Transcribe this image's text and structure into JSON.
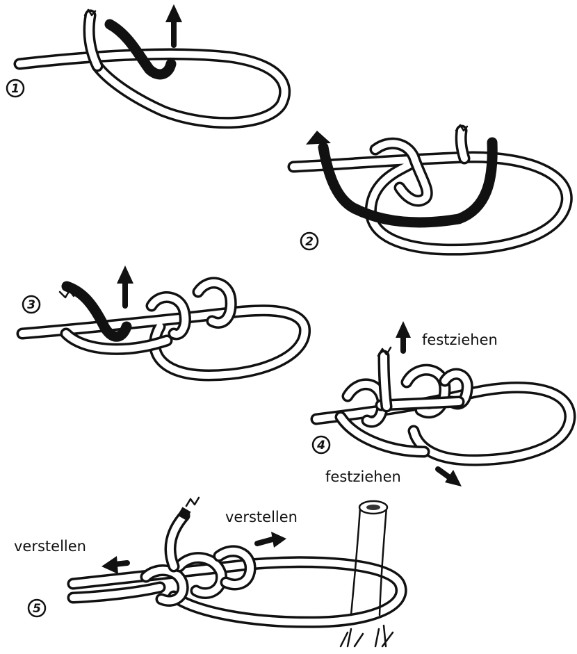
{
  "steps": [
    {
      "number": "1"
    },
    {
      "number": "2"
    },
    {
      "number": "3"
    },
    {
      "number": "4",
      "labels": [
        "festziehen",
        "festziehen"
      ]
    },
    {
      "number": "5",
      "labels": [
        "verstellen",
        "verstellen"
      ]
    }
  ],
  "colors": {
    "ink": "#111111",
    "paper": "#ffffff"
  }
}
